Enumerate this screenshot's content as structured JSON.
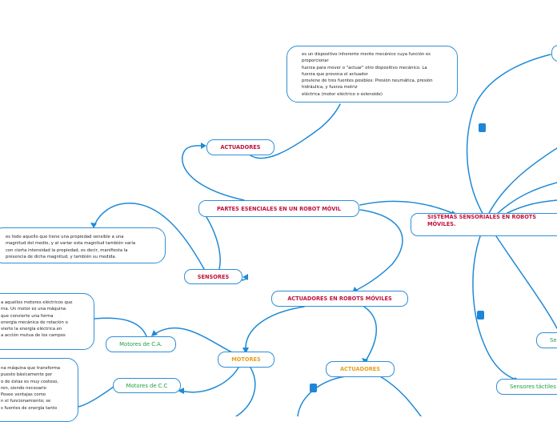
{
  "topics": {
    "partes": "PARTES ESENCIALES EN UN ROBOT MÓVIL",
    "actuadores": "ACTUADORES",
    "sensores": "SENSORES",
    "actuadores_robots": "ACTUADORES EN ROBOTS MÓVILES",
    "motores": "MOTORES",
    "actuadores_sub": "ACTUADORES",
    "motores_ca": "Motores de C.A.",
    "motores_cc": "Motores de C.C",
    "sistemas": [
      "SISTEMAS SENSORIALES EN ROBOTS",
      "MÓVILES."
    ],
    "sensores_tactiles": "Sensores táctiles",
    "sensores_cut": "Se"
  },
  "notes": {
    "actuador_def": [
      "es un dispositivo inherente mente mecánico cuya función es",
      "proporcionar",
      "fuerza para mover o \"actuar\" otro dispositivo mecánico. La",
      "fuerza que provoca el actuador",
      "proviene de tres fuentes posibles: Presión neumática, presión",
      "hidráulica, y fuerza motriz",
      "eléctrica (motor eléctrico o solenoide)"
    ],
    "sensor_def": [
      "es todo aquello que tiene una propiedad sensible a una",
      "magnitud del medio, y al variar esta magnitud también varía",
      "con cierta intensidad la propiedad, es decir, manifiesta la",
      "presencia de dicha magnitud, y también su medida."
    ],
    "motores_ca_def": [
      "a aquellos motores eléctricos que",
      "rna. Un motor es una máquina",
      "que convierte una forma",
      "energía mecánica de rotación o",
      "vierte la energía eléctrica en",
      "a acción mutua de los campos"
    ],
    "motores_cc_def": [
      "na máquina que transforma",
      "puesto básicamente por",
      "o de éstas es muy costoso,",
      "ren, siendo necesario",
      "Posee ventajas como",
      "n el funcionamiento; se",
      "s fuentes de energía tanto"
    ]
  },
  "colors": {
    "line": "#1f8ad6",
    "node_border": "#2f8fd5",
    "topic_red": "#c0123c",
    "topic_green": "#1f9e3e",
    "topic_orange": "#e5a11c"
  }
}
